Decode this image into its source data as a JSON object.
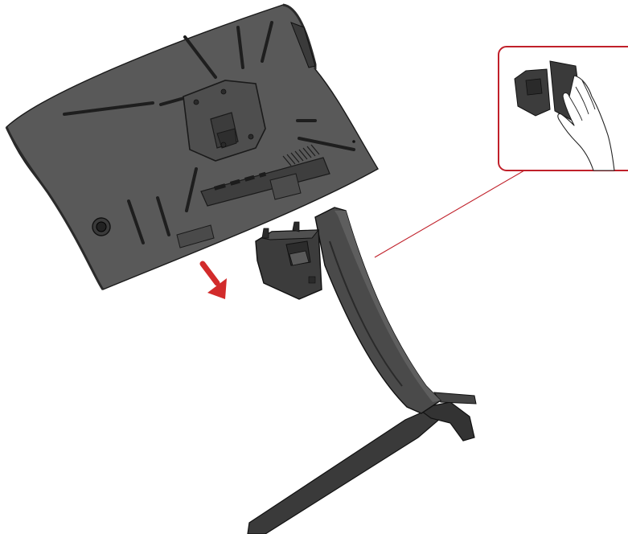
{
  "diagram": {
    "kind": "monitor-stand-installation",
    "steps": [
      {
        "name": "monitor-rear-panel"
      },
      {
        "name": "stand-with-bracket"
      },
      {
        "name": "bracket-attach-detail"
      }
    ]
  },
  "colors": {
    "background": "#ffffff",
    "panel_fill": "#595959",
    "panel_stroke": "#1a1a1a",
    "stand_dark": "#3a3a3a",
    "stand_mid": "#4a4a4a",
    "stand_light": "#5e5e5e",
    "accent_red": "#d22b2b",
    "callout_line": "#c0202a",
    "hand_fill": "#ffffff",
    "hand_stroke": "#222222"
  },
  "icons": {
    "arrow": "down-arrow-icon",
    "hand": "hand-icon"
  }
}
